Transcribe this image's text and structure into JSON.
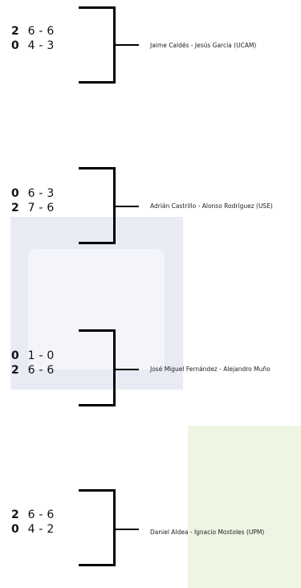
{
  "matches": [
    {
      "score_a_sets": "2",
      "score_a_games": "6 - 6",
      "score_b_sets": "0",
      "score_b_games": "4 - 3",
      "pair": "Jaime Caldés - Jesús García (UCAM)"
    },
    {
      "score_a_sets": "0",
      "score_a_games": "6 - 3",
      "score_b_sets": "2",
      "score_b_games": "7 - 6",
      "pair": "Adrián Castrillo - Alonso Rodríguez (USE)"
    },
    {
      "score_a_sets": "0",
      "score_a_games": "1 - 0",
      "score_b_sets": "2",
      "score_b_games": "6 - 6",
      "pair": "José Miguel Fernández - Alejandro Muño"
    },
    {
      "score_a_sets": "2",
      "score_a_games": "6 - 6",
      "score_b_sets": "0",
      "score_b_games": "4 - 2",
      "pair": "Daniel Aldea - Ignacio Mostoles (UPM)"
    }
  ]
}
